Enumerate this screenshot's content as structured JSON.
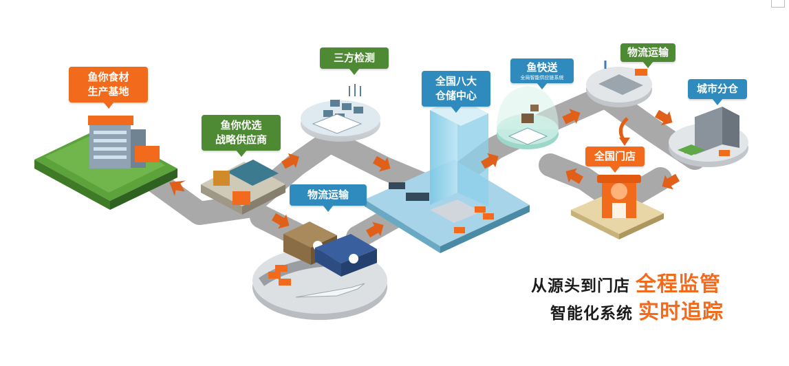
{
  "nodes": {
    "base": "鱼你食材\n生产基地",
    "supplier": "鱼你优选\n战略供应商",
    "inspection": "三方检测",
    "logistics1": "物流运输",
    "warehouse": "全国八大\n仓储中心",
    "express": "鱼快送",
    "express_sub": "全局智能供应链系统",
    "logistics2": "物流运输",
    "city_wh": "城市分仓",
    "stores": "全国门店"
  },
  "slogan": {
    "line1": "从源头到门店",
    "line1_hl": "全程监管",
    "line2": "智能化系统",
    "line2_hl": "实时追踪"
  },
  "colors": {
    "orange": "#f26a1b",
    "green": "#4e8a34",
    "blue": "#2f8bbd",
    "road": "#a9a9a9"
  }
}
